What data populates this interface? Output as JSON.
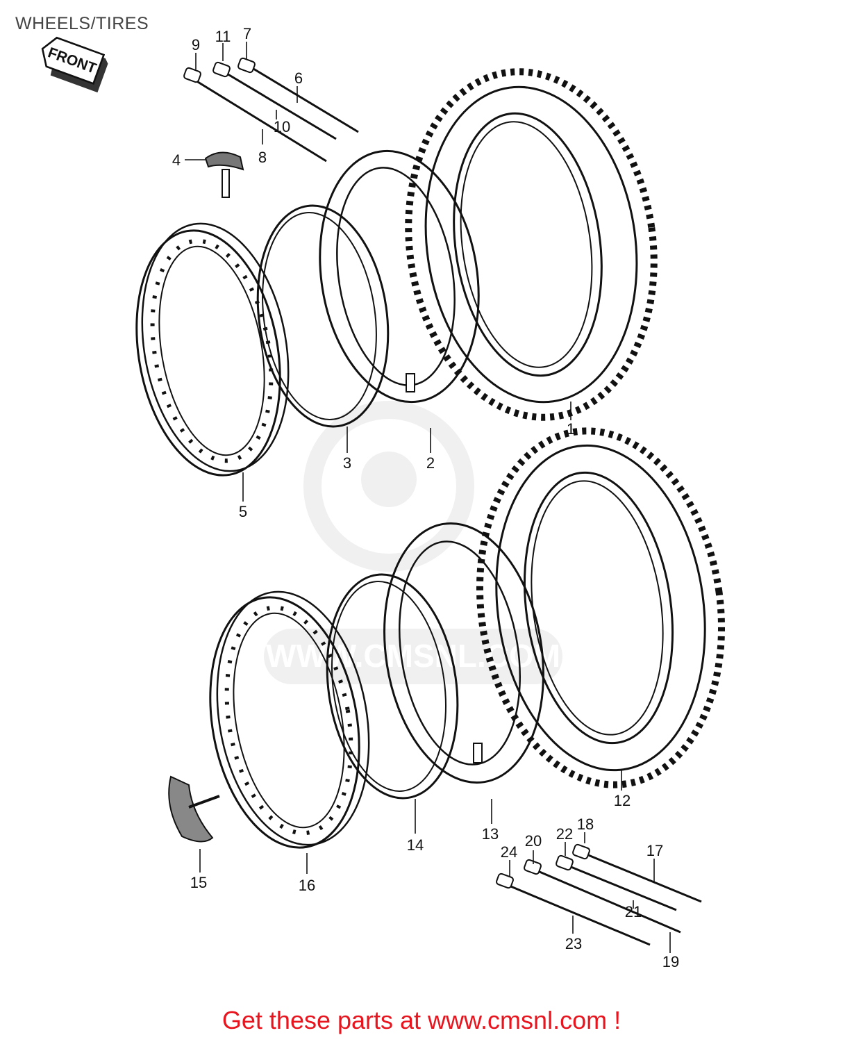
{
  "title": "WHEELS/TIRES",
  "front_label": "FRONT",
  "watermark": "WWW.CMSNL.COM",
  "callouts": {
    "c1": "1",
    "c2": "2",
    "c3": "3",
    "c4": "4",
    "c5": "5",
    "c6": "6",
    "c7": "7",
    "c8": "8",
    "c9": "9",
    "c10": "10",
    "c11": "11",
    "c12": "12",
    "c13": "13",
    "c14": "14",
    "c15": "15",
    "c16": "16",
    "c17": "17",
    "c18": "18",
    "c19": "19",
    "c20": "20",
    "c21": "21",
    "c22": "22",
    "c23": "23",
    "c24": "24"
  },
  "footer": "Get these parts at www.cmsnl.com !",
  "colors": {
    "footer": "#e8141e",
    "line": "#111111",
    "watermark": "#e4e4e4"
  }
}
